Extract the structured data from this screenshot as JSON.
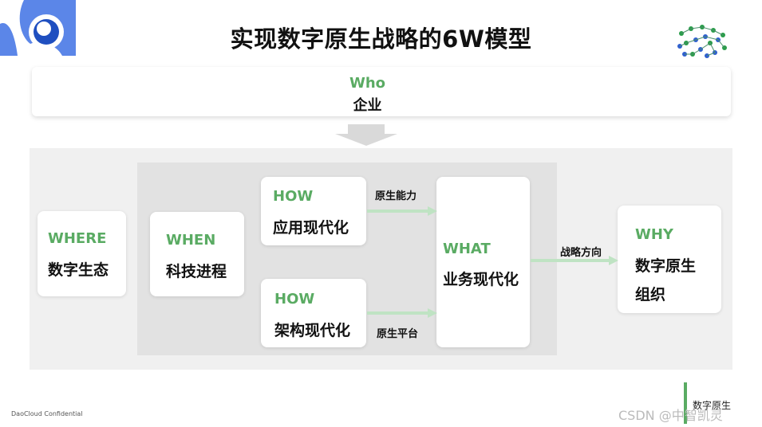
{
  "title": "实现数字原生战略的6W模型",
  "who": {
    "label": "Who",
    "text": "企业"
  },
  "where": {
    "label": "WHERE",
    "text": "数字生态"
  },
  "when": {
    "label": "WHEN",
    "text": "科技进程"
  },
  "how_top": {
    "label": "HOW",
    "text": "应用现代化"
  },
  "how_bottom": {
    "label": "HOW",
    "text": "架构现代化"
  },
  "what": {
    "label": "WHAT",
    "text": "业务现代化"
  },
  "why": {
    "label": "WHY",
    "text_line1": "数字原生",
    "text_line2": "组织"
  },
  "edges": {
    "top": "原生能力",
    "bottom": "原生平台",
    "right": "战略方向"
  },
  "footer": {
    "left": "DaoCloud Confidential",
    "right": "数字原生",
    "watermark": "CSDN @中智凯灵"
  },
  "colors": {
    "accent_green": "#5aab63",
    "logo_blue": "#2e6fd1",
    "panel_gray": "#f0f0f0",
    "inner_gray": "#e2e2e2"
  }
}
